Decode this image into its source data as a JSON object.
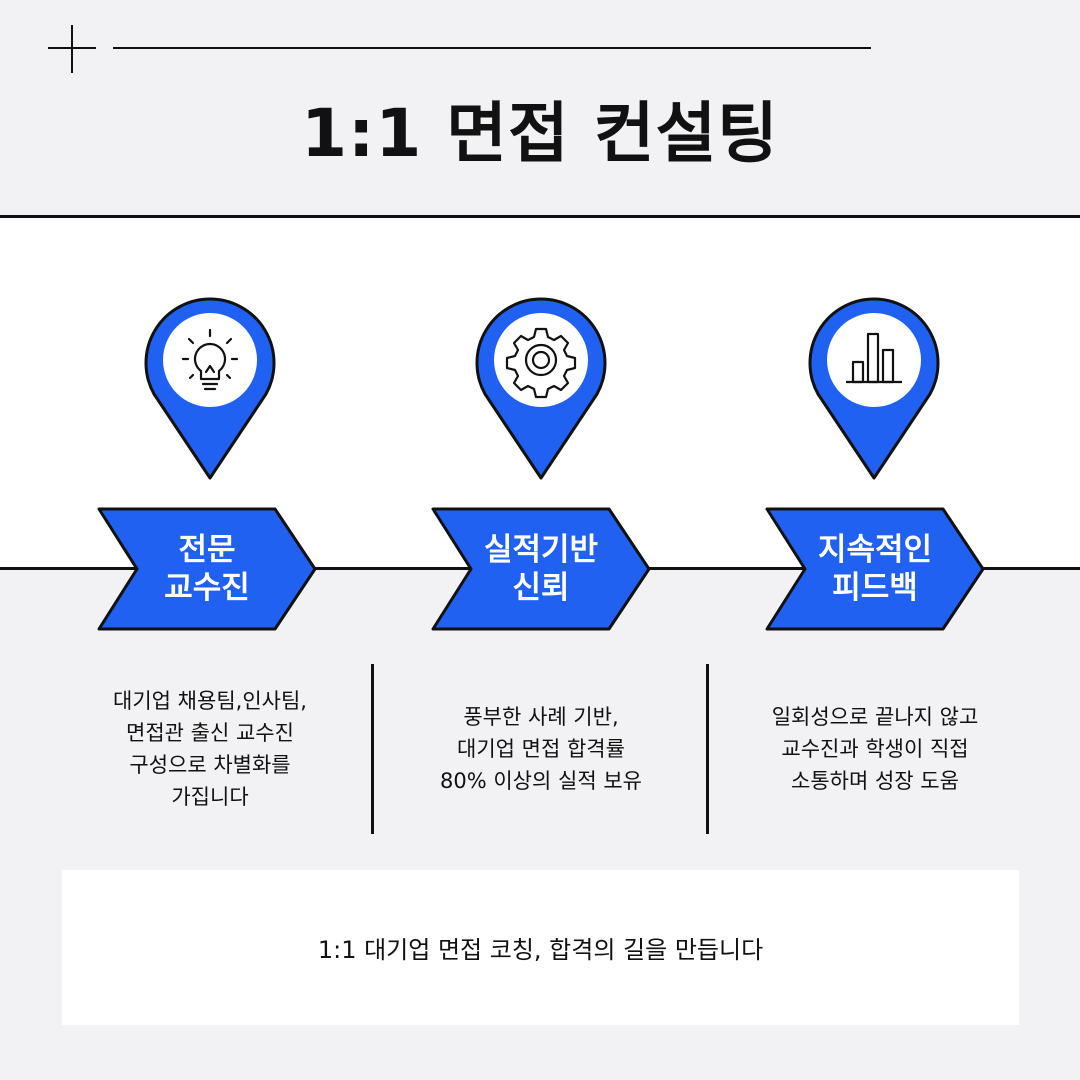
{
  "header": {
    "title": "1:1 면접 컨설팅"
  },
  "colors": {
    "accent": "#2161f2",
    "dark": "#111111",
    "background": "#f2f2f4"
  },
  "features": [
    {
      "icon": "lightbulb-icon",
      "label_line1": "전문",
      "label_line2": "교수진",
      "desc_lines": [
        "대기업 채용팀,인사팀,",
        "면접관 출신 교수진",
        "구성으로 차별화를",
        "가집니다"
      ]
    },
    {
      "icon": "gear-icon",
      "label_line1": "실적기반",
      "label_line2": "신뢰",
      "desc_lines": [
        "풍부한 사례 기반,",
        "대기업 면접 합격률",
        "80% 이상의 실적 보유"
      ]
    },
    {
      "icon": "bar-chart-icon",
      "label_line1": "지속적인",
      "label_line2": "피드백",
      "desc_lines": [
        "일회성으로 끝나지 않고",
        "교수진과 학생이 직접",
        "소통하며 성장 도움"
      ]
    }
  ],
  "footer": {
    "text": "1:1 대기업 면접 코칭, 합격의 길을 만듭니다"
  }
}
